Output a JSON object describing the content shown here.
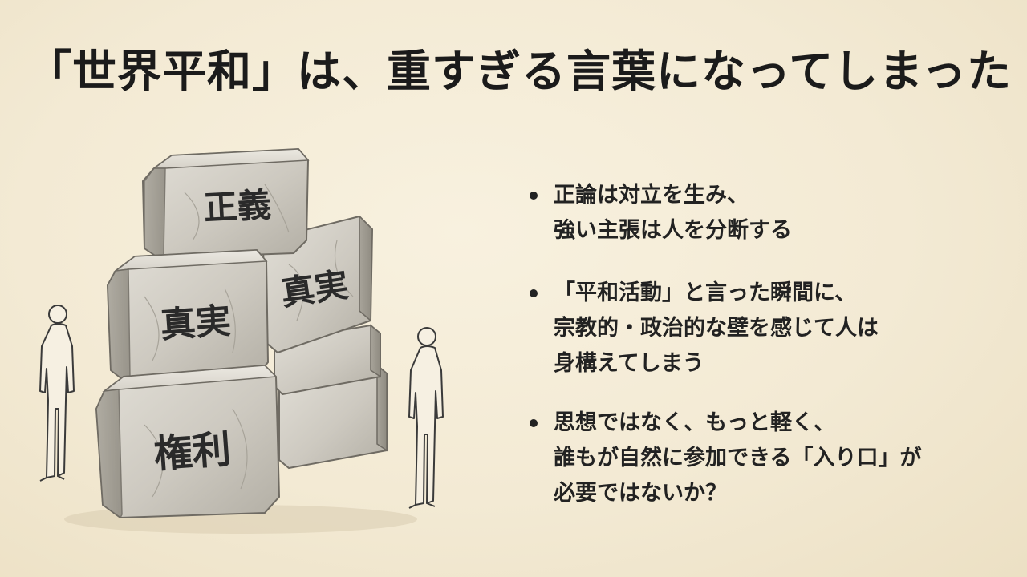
{
  "slide": {
    "title": "「世界平和」は、重すぎる言葉になってしまった"
  },
  "illustration": {
    "stones": {
      "top": "正義",
      "middle_left": "真実",
      "middle_right": "真実",
      "bottom_left": "権利"
    },
    "figures": [
      "person-left",
      "person-right"
    ]
  },
  "bullets": [
    {
      "lines": [
        "正論は対立を生み、",
        "強い主張は人を分断する"
      ]
    },
    {
      "lines": [
        "「平和活動」と言った瞬間に、",
        "宗教的・政治的な壁を感じて人は",
        "身構えてしまう"
      ]
    },
    {
      "lines": [
        "思想ではなく、もっと軽く、",
        "誰もが自然に参加できる「入り口」が",
        "必要ではないか？"
      ]
    }
  ],
  "colors": {
    "background": "#f4ecd8",
    "text": "#1d1d1d",
    "stone": "#c9c6be",
    "stone_shadow": "#9b978e"
  }
}
